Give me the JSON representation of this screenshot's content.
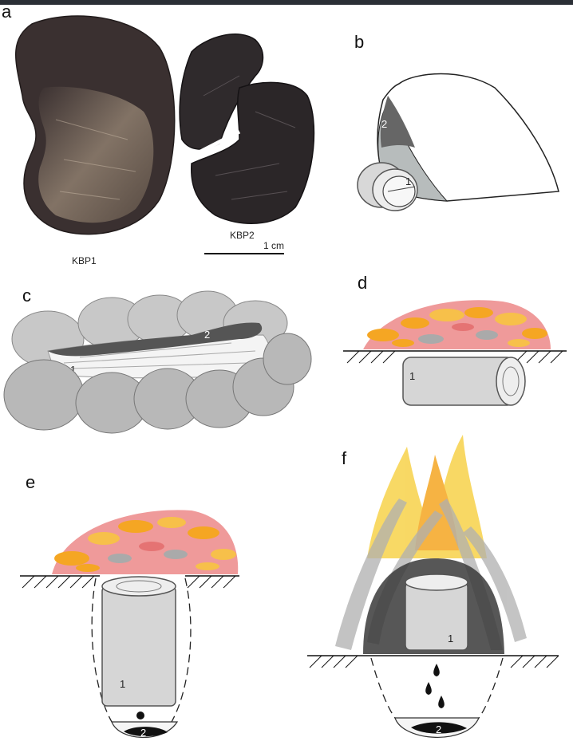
{
  "panels": {
    "a": {
      "label": "a",
      "specimen_left": "KBP1",
      "specimen_right": "KBP2",
      "scale_text": "1 cm"
    },
    "b": {
      "label": "b",
      "marker_1": "1",
      "marker_2": "2"
    },
    "c": {
      "label": "c",
      "marker_1": "1",
      "marker_2": "2"
    },
    "d": {
      "label": "d",
      "marker_1": "1"
    },
    "e": {
      "label": "e",
      "marker_1": "1",
      "marker_2": "2"
    },
    "f": {
      "label": "f",
      "marker_1": "1",
      "marker_2": "2"
    }
  },
  "colors": {
    "specimen_dark": "#3a3030",
    "specimen_light": "#a09080",
    "stone_gray": "#b5b5b5",
    "resin_dark": "#555555",
    "ember_orange": "#f5a623",
    "ember_pink": "#ef9a9a",
    "flame_yellow": "#f7d24a"
  }
}
